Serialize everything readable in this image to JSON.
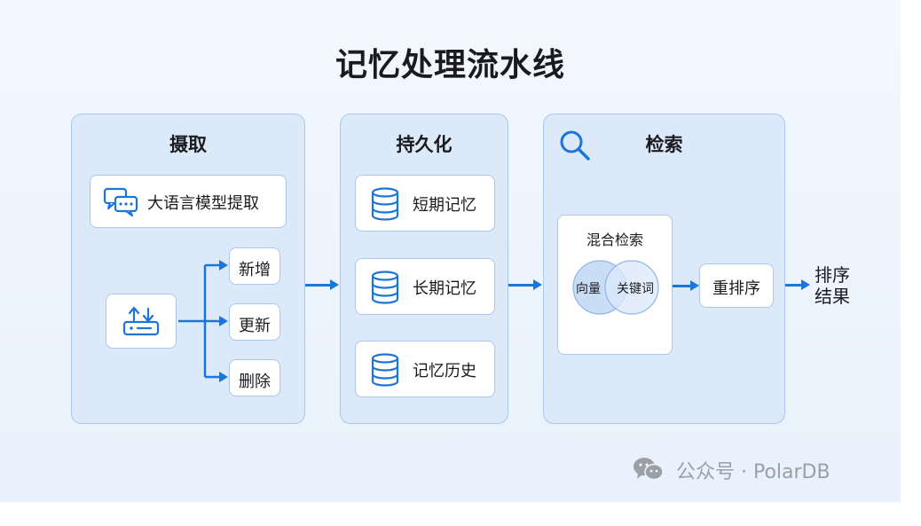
{
  "title": "记忆处理流水线",
  "stages": {
    "extract": {
      "title": "摄取",
      "llm_label": "大语言模型提取",
      "actions": [
        "新增",
        "更新",
        "删除"
      ]
    },
    "persist": {
      "title": "持久化",
      "items": [
        "短期记忆",
        "长期记忆",
        "记忆历史"
      ]
    },
    "retrieve": {
      "title": "检索",
      "hybrid_title": "混合检索",
      "vector_label": "向量",
      "keyword_label": "关键词",
      "rerank_label": "重排序"
    }
  },
  "output": {
    "line1": "排序",
    "line2": "结果"
  },
  "footer": {
    "text": "公众号 · PolarDB"
  },
  "colors": {
    "accent": "#1c75db",
    "stage_bg": "#dce9f9",
    "border": "#a9c8ee"
  },
  "icons": [
    "chat-icon",
    "router-icon",
    "database-icon",
    "search-icon",
    "wechat-icon"
  ]
}
